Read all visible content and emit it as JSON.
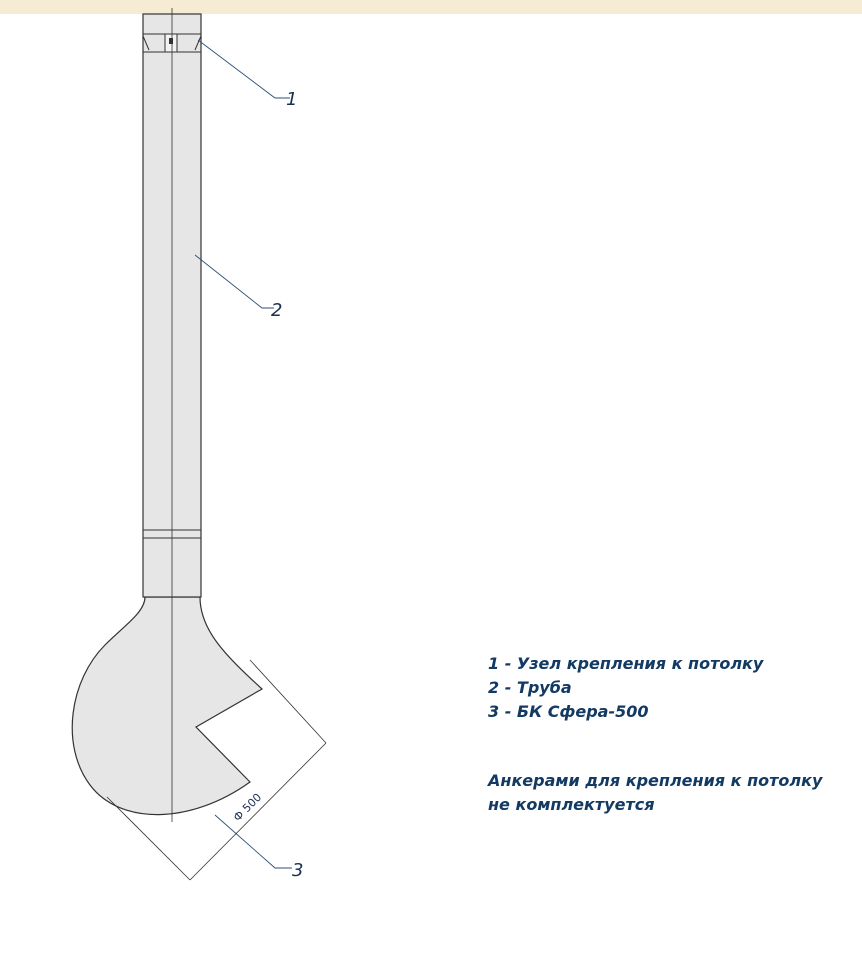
{
  "legend": {
    "items": [
      "1 - Узел крепления к потолку",
      "2 - Труба",
      "3 - БК Сфера-500"
    ],
    "note_lines": [
      "Анкерами для крепления к потолку",
      "не комплектуется"
    ]
  },
  "callouts": [
    "1",
    "2",
    "3"
  ],
  "dimension": {
    "label": "Ф 500"
  },
  "colors": {
    "top_band": "#f5ecd3",
    "ink_text": "#123a63",
    "body_fill": "#e6e6e6",
    "leader": "#2e4f77"
  }
}
